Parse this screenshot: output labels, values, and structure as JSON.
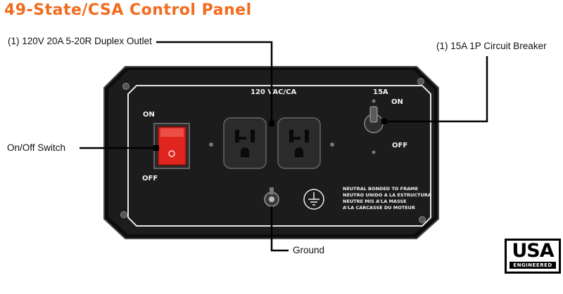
{
  "title": {
    "text": "49-State/CSA Control Panel",
    "color": "#f26b1d"
  },
  "callouts": {
    "outlet": "(1) 120V 20A 5-20R Duplex Outlet",
    "breaker": "(1) 15A 1P Circuit Breaker",
    "switch": "On/Off Switch",
    "ground": "Ground"
  },
  "panel": {
    "voltage_label": "120 VAC/CA",
    "switch_on": "ON",
    "switch_off": "OFF",
    "breaker_rating": "15A",
    "breaker_on": "ON",
    "breaker_off": "OFF",
    "neutral_text": [
      "NEUTRAL BONDED TO FRAME",
      "NEUTRO UNIDO A LA ESTRUCTURA",
      "NEUTRE MIS A'LA MASSE",
      "A'LA CARCASSE DU MOTEUR"
    ],
    "colors": {
      "panel": "#1b1b1b",
      "switch": "#e0261f",
      "leader": "#000000"
    }
  },
  "logo": {
    "big": "USA",
    "small": "ENGINEERED"
  }
}
